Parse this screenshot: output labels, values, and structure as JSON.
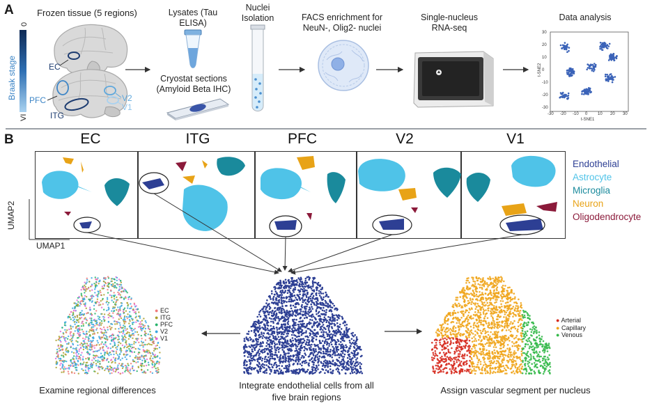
{
  "panel_a": {
    "letter": "A",
    "frozen_tissue": "Frozen tissue (5 regions)",
    "braak_stage_label": "Braak stage",
    "braak_top": "0",
    "braak_bottom": "VI",
    "brain_labels": {
      "ec": "EC",
      "pfc": "PFC",
      "itg": "ITG",
      "v2": "V2",
      "v1": "V1"
    },
    "lysates_line1": "Lysates (Tau",
    "lysates_line2": "ELISA)",
    "cryostat_line1": "Cryostat sections",
    "cryostat_line2": "(Amyloid Beta IHC)",
    "nuclei_line1": "Nuclei",
    "nuclei_line2": "Isolation",
    "facs_line1": "FACS  enrichment for",
    "facs_line2": "NeuN-, Olig2- nuclei",
    "snrna_line1": "Single-nucleus",
    "snrna_line2": "RNA-seq",
    "data_analysis": "Data analysis",
    "tsne_xlabel": "t-SNE1",
    "tsne_ylabel": "t-SNE2",
    "tsne_xticks": [
      "-30",
      "-20",
      "-10",
      "0",
      "10",
      "20",
      "30"
    ],
    "tsne_yticks": [
      "30",
      "20",
      "10",
      "0",
      "-10",
      "-20",
      "-30"
    ]
  },
  "panel_b": {
    "letter": "B",
    "regions": [
      "EC",
      "ITG",
      "PFC",
      "V2",
      "V1"
    ],
    "umap_xlabel": "UMAP1",
    "umap_ylabel": "UMAP2",
    "celltype_legend": [
      {
        "label": "Endothelial",
        "color": "#2d3f94"
      },
      {
        "label": "Astrocyte",
        "color": "#4fc3e8"
      },
      {
        "label": "Microglia",
        "color": "#1a8a9c"
      },
      {
        "label": "Neuron",
        "color": "#e8a317"
      },
      {
        "label": "Oligodendrocyte",
        "color": "#8b1a3a"
      }
    ],
    "region_legend": [
      {
        "label": "EC",
        "color": "#f07a7a"
      },
      {
        "label": "ITG",
        "color": "#a9a02a"
      },
      {
        "label": "PFC",
        "color": "#27b36a"
      },
      {
        "label": "V2",
        "color": "#3aa6e0"
      },
      {
        "label": "V1",
        "color": "#e06ad6"
      }
    ],
    "segment_legend": [
      {
        "label": "Arterial",
        "color": "#d62a1e"
      },
      {
        "label": "Capillary",
        "color": "#f0a51c"
      },
      {
        "label": "Venous",
        "color": "#35b94a"
      }
    ],
    "caption_left": "Examine regional differences",
    "caption_center_line1": "Integrate endothelial cells from all",
    "caption_center_line2": "five brain regions",
    "caption_right": "Assign vascular segment per nucleus"
  }
}
